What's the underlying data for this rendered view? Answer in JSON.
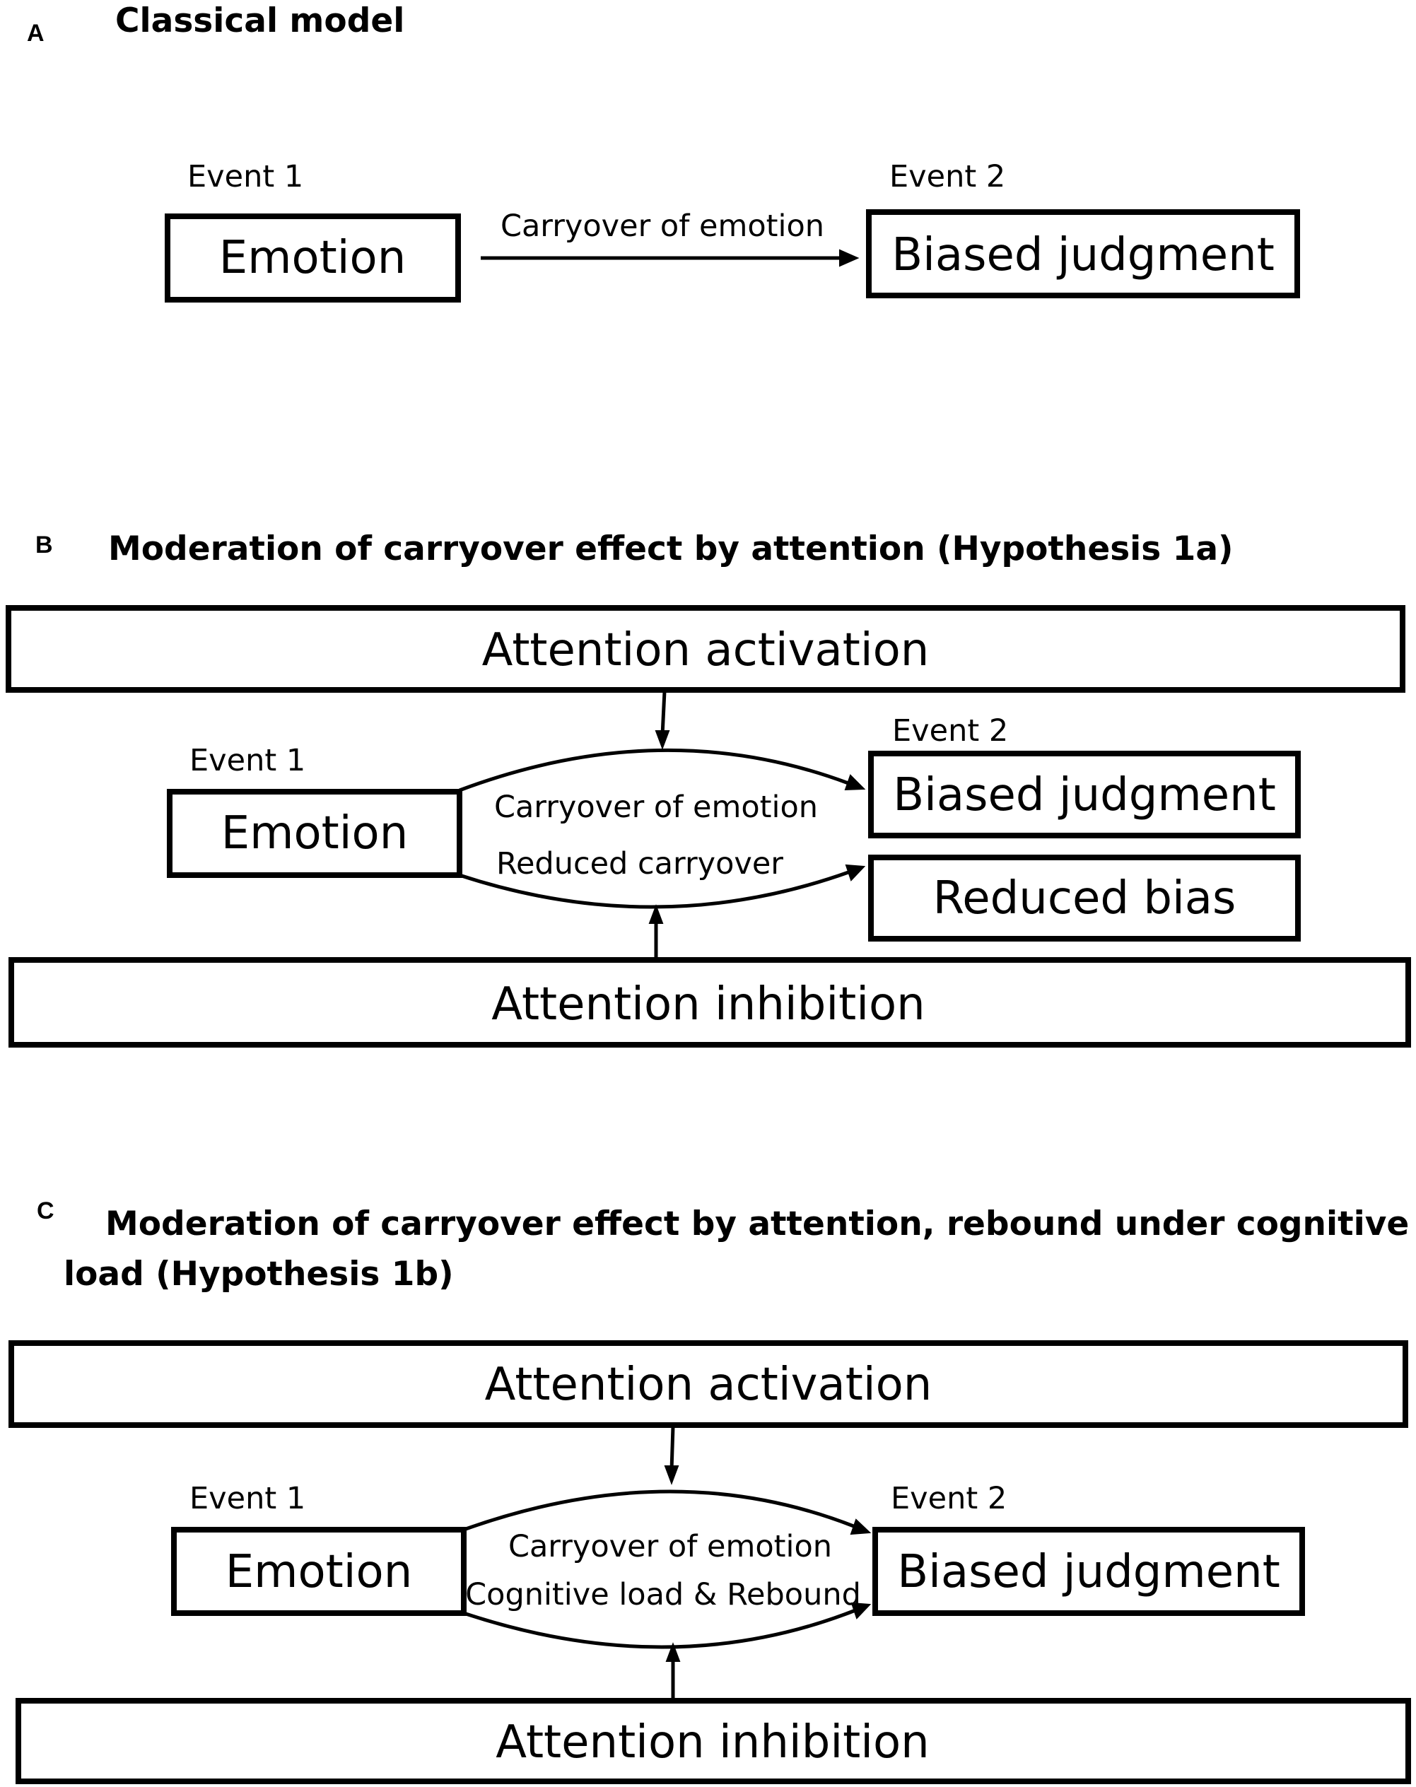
{
  "panel_a": {
    "letter": "A",
    "title": "Classical model",
    "event1": "Event 1",
    "event2": "Event 2",
    "emotion": "Emotion",
    "edge": "Carryover of emotion",
    "judgment": "Biased judgment"
  },
  "panel_b": {
    "letter": "B",
    "title": "Moderation of carryover effect by attention (Hypothesis 1a)",
    "activation": "Attention activation",
    "event1": "Event 1",
    "event2": "Event 2",
    "emotion": "Emotion",
    "edge_top": "Carryover of emotion",
    "edge_bottom": "Reduced carryover",
    "judgment": "Biased judgment",
    "reduced_bias": "Reduced bias",
    "inhibition": "Attention inhibition"
  },
  "panel_c": {
    "letter": "C",
    "title_line1": "Moderation of carryover effect by attention, rebound under cognitive",
    "title_line2": "load (Hypothesis 1b)",
    "activation": "Attention activation",
    "event1": "Event 1",
    "event2": "Event 2",
    "emotion": "Emotion",
    "edge_top": "Carryover of emotion",
    "edge_bottom": "Cognitive load & Rebound",
    "judgment": "Biased judgment",
    "inhibition": "Attention inhibition"
  }
}
